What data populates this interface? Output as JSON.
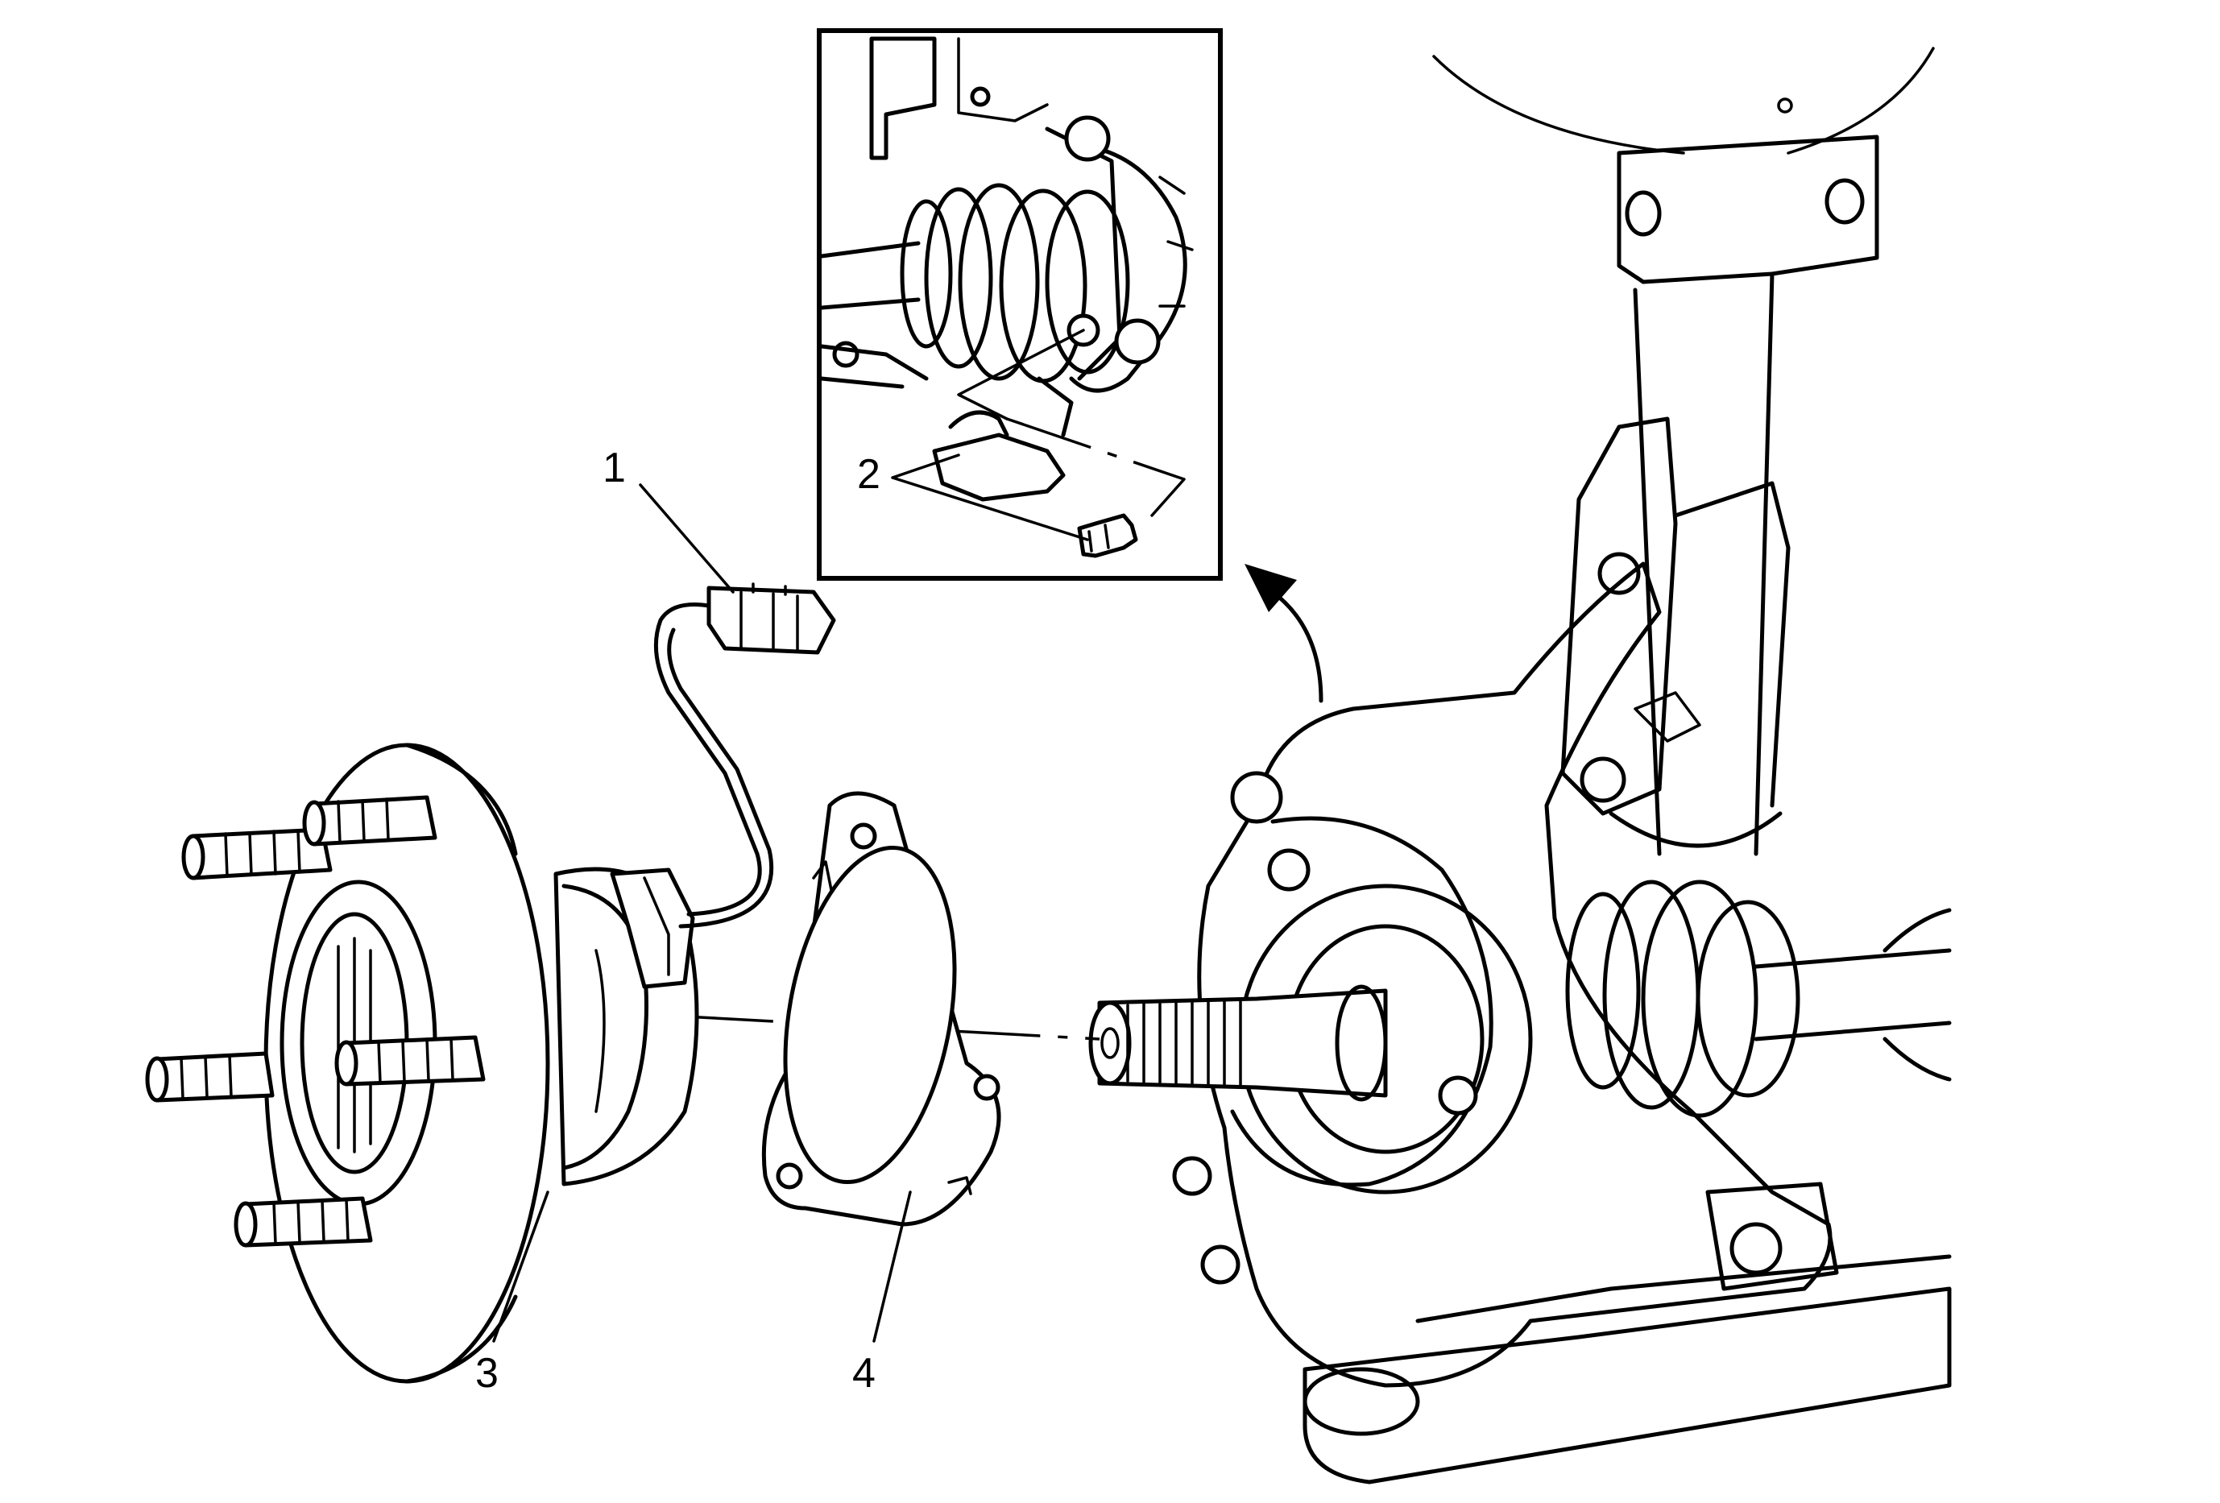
{
  "callouts": {
    "c1": "1",
    "c2": "2",
    "c3": "3",
    "c4": "4"
  },
  "parts": {
    "wheel_speed_sensor_connector": "wheel-speed-sensor-connector",
    "hub_bolt": "hub-bolt",
    "wheel_hub_bearing": "wheel-hub-bearing",
    "splash_shield": "splash-shield",
    "steering_knuckle": "steering-knuckle"
  },
  "colors": {
    "line": "#000000",
    "background": "#ffffff"
  }
}
